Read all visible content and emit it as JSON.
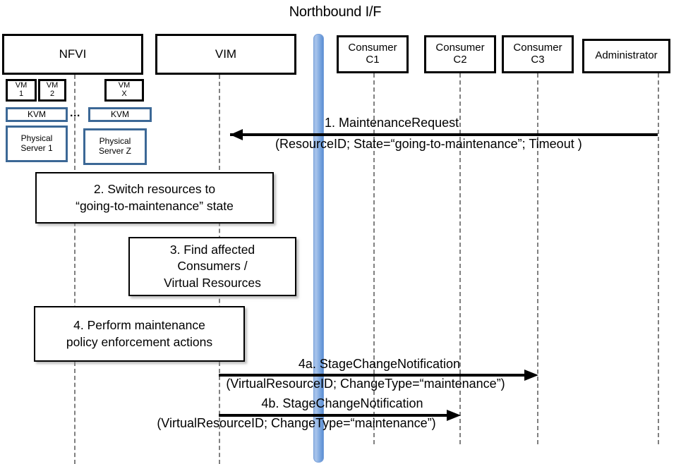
{
  "diagram": {
    "title": "Northbound I/F",
    "type": "uml-sequence-diagram"
  },
  "participants": [
    {
      "id": "nfvi",
      "label": "NFVI"
    },
    {
      "id": "vim",
      "label": "VIM"
    },
    {
      "id": "c1",
      "label": "Consumer\nC1",
      "line1": "Consumer",
      "line2": "C1"
    },
    {
      "id": "c2",
      "label": "Consumer\nC2",
      "line1": "Consumer",
      "line2": "C2"
    },
    {
      "id": "c3",
      "label": "Consumer\nC3",
      "line1": "Consumer",
      "line2": "C3"
    },
    {
      "id": "admin",
      "label": "Administrator"
    }
  ],
  "nfvi_internals": {
    "vms": [
      {
        "line1": "VM",
        "line2": "1"
      },
      {
        "line1": "VM",
        "line2": "2"
      },
      {
        "line1": "VM",
        "line2": "X"
      }
    ],
    "hypervisors": [
      {
        "label": "KVM"
      },
      {
        "label": "KVM"
      }
    ],
    "servers": [
      {
        "line1": "Physical",
        "line2": "Server 1"
      },
      {
        "line1": "Physical",
        "line2": "Server Z"
      }
    ],
    "ellipsis": "..."
  },
  "messages": [
    {
      "id": "msg1",
      "number": "1.",
      "name": "MaintenanceRequest",
      "header": "1.    MaintenanceRequest",
      "params": "(ResourceID; State=“going-to-maintenance”; Timeout )",
      "from": "admin",
      "to": "vim",
      "direction": "left"
    },
    {
      "id": "msg4a",
      "number": "4a.",
      "name": "StageChangeNotification",
      "header": "4a. StageChangeNotification",
      "params": "(VirtualResourceID; ChangeType=“maintenance”)",
      "from": "vim",
      "to": "c3",
      "direction": "right"
    },
    {
      "id": "msg4b",
      "number": "4b.",
      "name": "StageChangeNotification",
      "header": "4b. StageChangeNotification",
      "params": "(VirtualResourceID; ChangeType=“maintenance”)",
      "from": "vim",
      "to": "c2",
      "direction": "right"
    }
  ],
  "notes": [
    {
      "id": "note2",
      "number": "2.",
      "line1": "2. Switch resources to",
      "line2": "“going-to-maintenance” state",
      "actor": "nfvi"
    },
    {
      "id": "note3",
      "number": "3.",
      "line1": "3. Find affected",
      "line2": "Consumers /",
      "line3": "Virtual Resources",
      "actor": "vim"
    },
    {
      "id": "note4",
      "number": "4.",
      "line1": "4. Perform maintenance",
      "line2": "policy enforcement actions",
      "actor": "nfvi"
    }
  ],
  "colors": {
    "background": "#ffffff",
    "box_border": "#000000",
    "blue_box_border": "#3c6896",
    "northbound_bar": "#7fa9e0",
    "lifeline": "#808080",
    "arrow": "#000000",
    "text": "#000000"
  }
}
